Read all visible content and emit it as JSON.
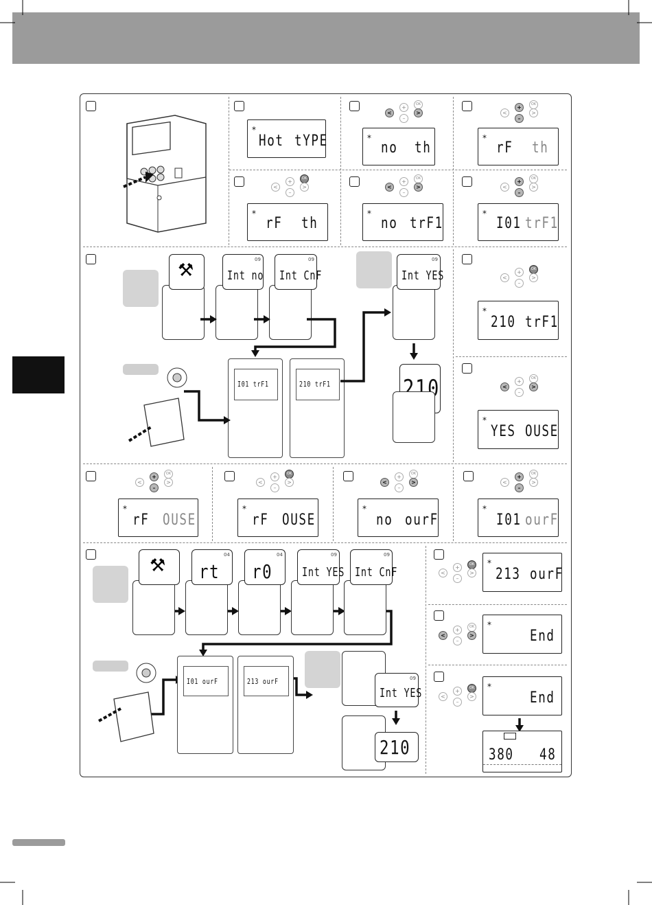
{
  "icons": {
    "hand": "hand-pointer-icon",
    "tool": "tools-icon",
    "arrow": "arrow-right-icon",
    "sun": "flashing-led-icon"
  },
  "buttons": {
    "ok": "OK",
    "plus": "+",
    "minus": "–",
    "left": "<",
    "right": ">"
  },
  "displays": {
    "hot_type": {
      "left": "Hot",
      "right": "tYPE"
    },
    "no_th": {
      "left": "no",
      "right": "th"
    },
    "rf_th_dim": {
      "left": "rF",
      "right": "th"
    },
    "rf_th": {
      "left": "rF",
      "right": "th"
    },
    "no_trf1": {
      "left": "no",
      "right": "trF1"
    },
    "ini_trf1": {
      "left": "I01",
      "right": "trF1"
    },
    "210_trf1": {
      "left": "210",
      "right": "trF1"
    },
    "yes_ouse": {
      "left": "YES",
      "right": "OUSE"
    },
    "rf_ouse_dim": {
      "left": "rF",
      "right": "OUSE"
    },
    "rf_ouse": {
      "left": "rF",
      "right": "OUSE"
    },
    "no_ourf": {
      "left": "no",
      "right": "ourF"
    },
    "ini_ourf": {
      "left": "I01",
      "right": "ourF"
    },
    "213_ourf": {
      "left": "213",
      "right": "ourF"
    },
    "end1": {
      "left": "",
      "right": "End"
    },
    "end2": {
      "left": "",
      "right": "End"
    },
    "final": {
      "left": "380",
      "right": "48"
    }
  },
  "bubbles": {
    "int_no": "Int no",
    "int_cnf": "Int CnF",
    "int_yes": "Int YES",
    "big_210": "210",
    "rt": "rt",
    "r0": "r0",
    "int_yes2": "Int YES",
    "int_cnf2": "Int CnF",
    "int_yes3": "Int YES",
    "big_210b": "210"
  },
  "indices": {
    "i09": "09",
    "i04": "04"
  },
  "controller_screens": {
    "a1": "I01 trF1",
    "a2": "210 trF1",
    "b1": "I01 ourF",
    "b2": "213 ourF"
  }
}
